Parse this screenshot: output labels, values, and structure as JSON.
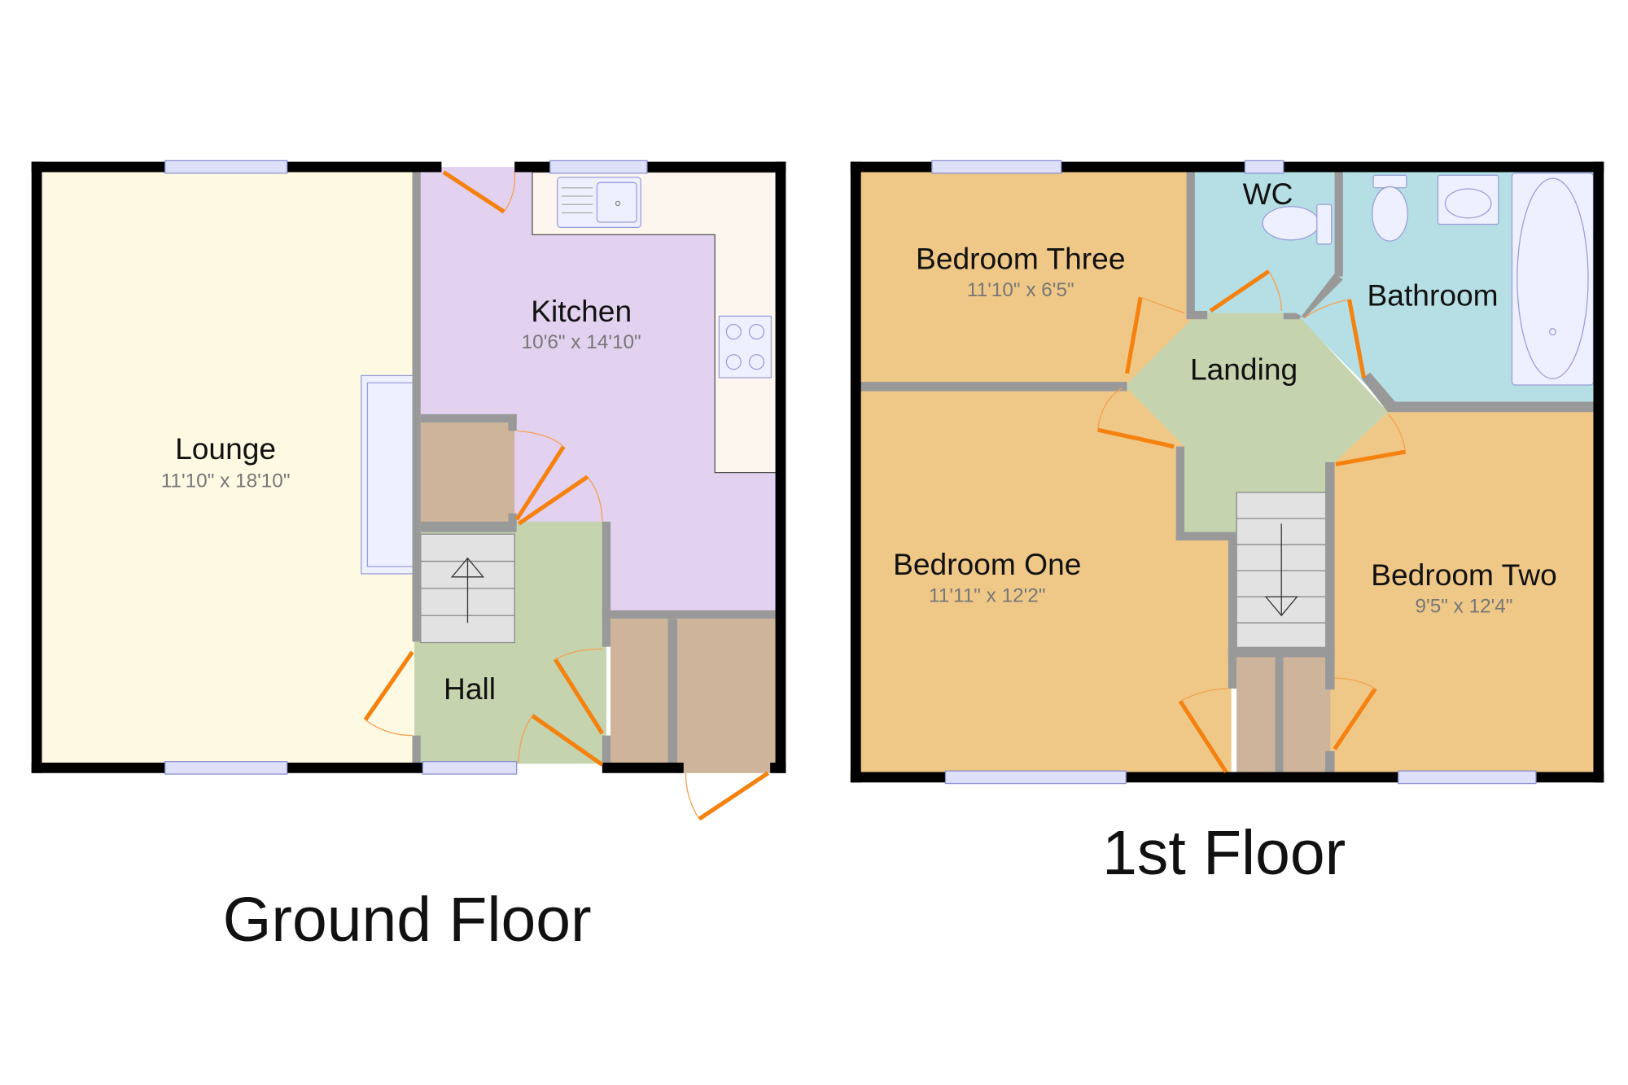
{
  "ground_floor": {
    "title": "Ground Floor",
    "rooms": {
      "lounge": {
        "name": "Lounge",
        "dimensions": "11'10\" x 18'10\""
      },
      "kitchen": {
        "name": "Kitchen",
        "dimensions": "10'6\" x 14'10\""
      },
      "hall": {
        "name": "Hall"
      }
    }
  },
  "first_floor": {
    "title": "1st Floor",
    "rooms": {
      "bedroom_three": {
        "name": "Bedroom Three",
        "dimensions": "11'10\" x 6'5\""
      },
      "wc": {
        "name": "WC"
      },
      "bathroom": {
        "name": "Bathroom"
      },
      "landing": {
        "name": "Landing"
      },
      "bedroom_one": {
        "name": "Bedroom One",
        "dimensions": "11'11\" x 12'2\""
      },
      "bedroom_two": {
        "name": "Bedroom Two",
        "dimensions": "9'5\" x 12'4\""
      }
    }
  },
  "colors": {
    "lounge": "#fdf9e2",
    "kitchen": "#e3d1f0",
    "hall": "#c5d3ae",
    "bedroom": "#efc888",
    "wet_room": "#b5dfe4",
    "cupboard": "#cdb49a",
    "door": "#f5820f"
  }
}
